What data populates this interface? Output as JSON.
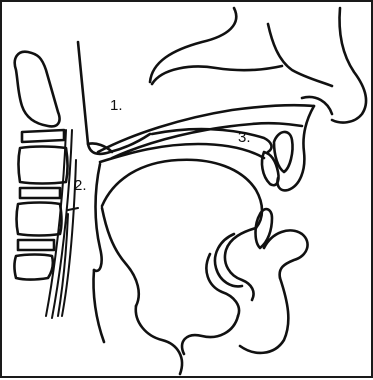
{
  "figure": {
    "labels": {
      "nasal_cavity": "1.",
      "pharynx": "2.",
      "palate": "3."
    }
  }
}
